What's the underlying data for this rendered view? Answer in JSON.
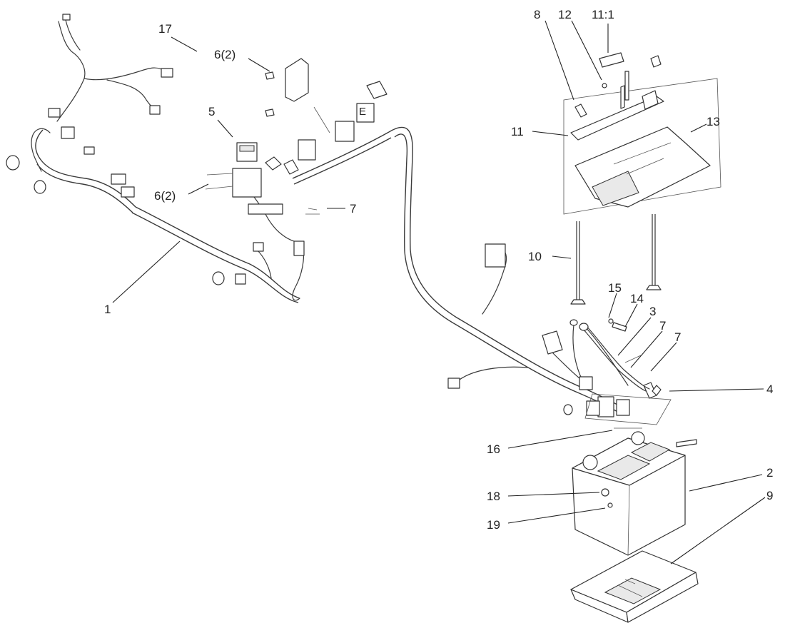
{
  "callouts": {
    "c1": "1",
    "c2": "2",
    "c3": "3",
    "c4": "4",
    "c5": "5",
    "c6a": "6(2)",
    "c6b": "6(2)",
    "c7a": "7",
    "c7b": "7",
    "c7c": "7",
    "c8": "8",
    "c9": "9",
    "c10": "10",
    "c11": "11",
    "c11_1": "11:1",
    "c12": "12",
    "c13": "13",
    "c14": "14",
    "c15": "15",
    "c16": "16",
    "c17": "17",
    "c18": "18",
    "c19": "19"
  },
  "icon_names": [
    "wire-harness",
    "battery",
    "battery-tray",
    "battery-hold-down",
    "hold-down-rod",
    "relay",
    "connector",
    "grommet",
    "cable-tie"
  ]
}
